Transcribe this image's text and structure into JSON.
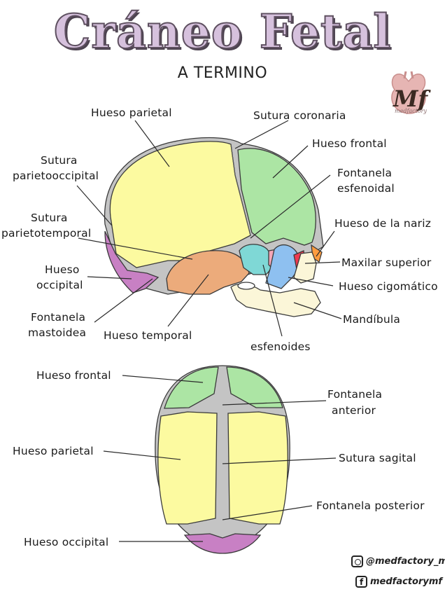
{
  "title": "Cráneo Fetal",
  "subtitle": "A TERMINO",
  "colors": {
    "parietal": "#fcfaa0",
    "frontal": "#ace5a4",
    "occipital": "#c880c4",
    "temporal": "#ecab7b",
    "sphenoid": "#7fd8d6",
    "zygomatic": "#8ec0f0",
    "nasal": "#ff9c3f",
    "maxilla": "#ee3a50",
    "mandible": "#fbf6d8",
    "fontanelle": "#c4c4c4",
    "title_fill": "#d6c1dd"
  },
  "lateral_view": {
    "labels": {
      "parietal": "Hueso parietal",
      "coronal_suture": "Sutura coronaria",
      "frontal": "Hueso frontal",
      "parietooccipital_1": "Sutura",
      "parietooccipital_2": "parietooccipital",
      "sphenoidal_fontanelle_1": "Fontanela",
      "sphenoidal_fontanelle_2": "esfenoidal",
      "parietotemporal_1": "Sutura",
      "parietotemporal_2": "parietotemporal",
      "nasal": "Hueso de la nariz",
      "maxilla": "Maxilar superior",
      "occipital_1": "Hueso",
      "occipital_2": "occipital",
      "zygomatic": "Hueso cigomático",
      "mastoid_fontanelle_1": "Fontanela",
      "mastoid_fontanelle_2": "mastoidea",
      "mandible": "Mandíbula",
      "temporal": "Hueso temporal",
      "sphenoid": "esfenoides"
    }
  },
  "top_view": {
    "labels": {
      "frontal": "Hueso frontal",
      "anterior_fontanelle_1": "Fontanela",
      "anterior_fontanelle_2": "anterior",
      "parietal": "Hueso parietal",
      "sagittal_suture": "Sutura sagital",
      "posterior_fontanelle": "Fontanela posterior",
      "occipital": "Hueso occipital"
    }
  },
  "social": {
    "instagram": "@medfactory_mf",
    "facebook": "medfactorymf"
  },
  "logo": {
    "text": "Mf",
    "sub": "medfactory"
  }
}
